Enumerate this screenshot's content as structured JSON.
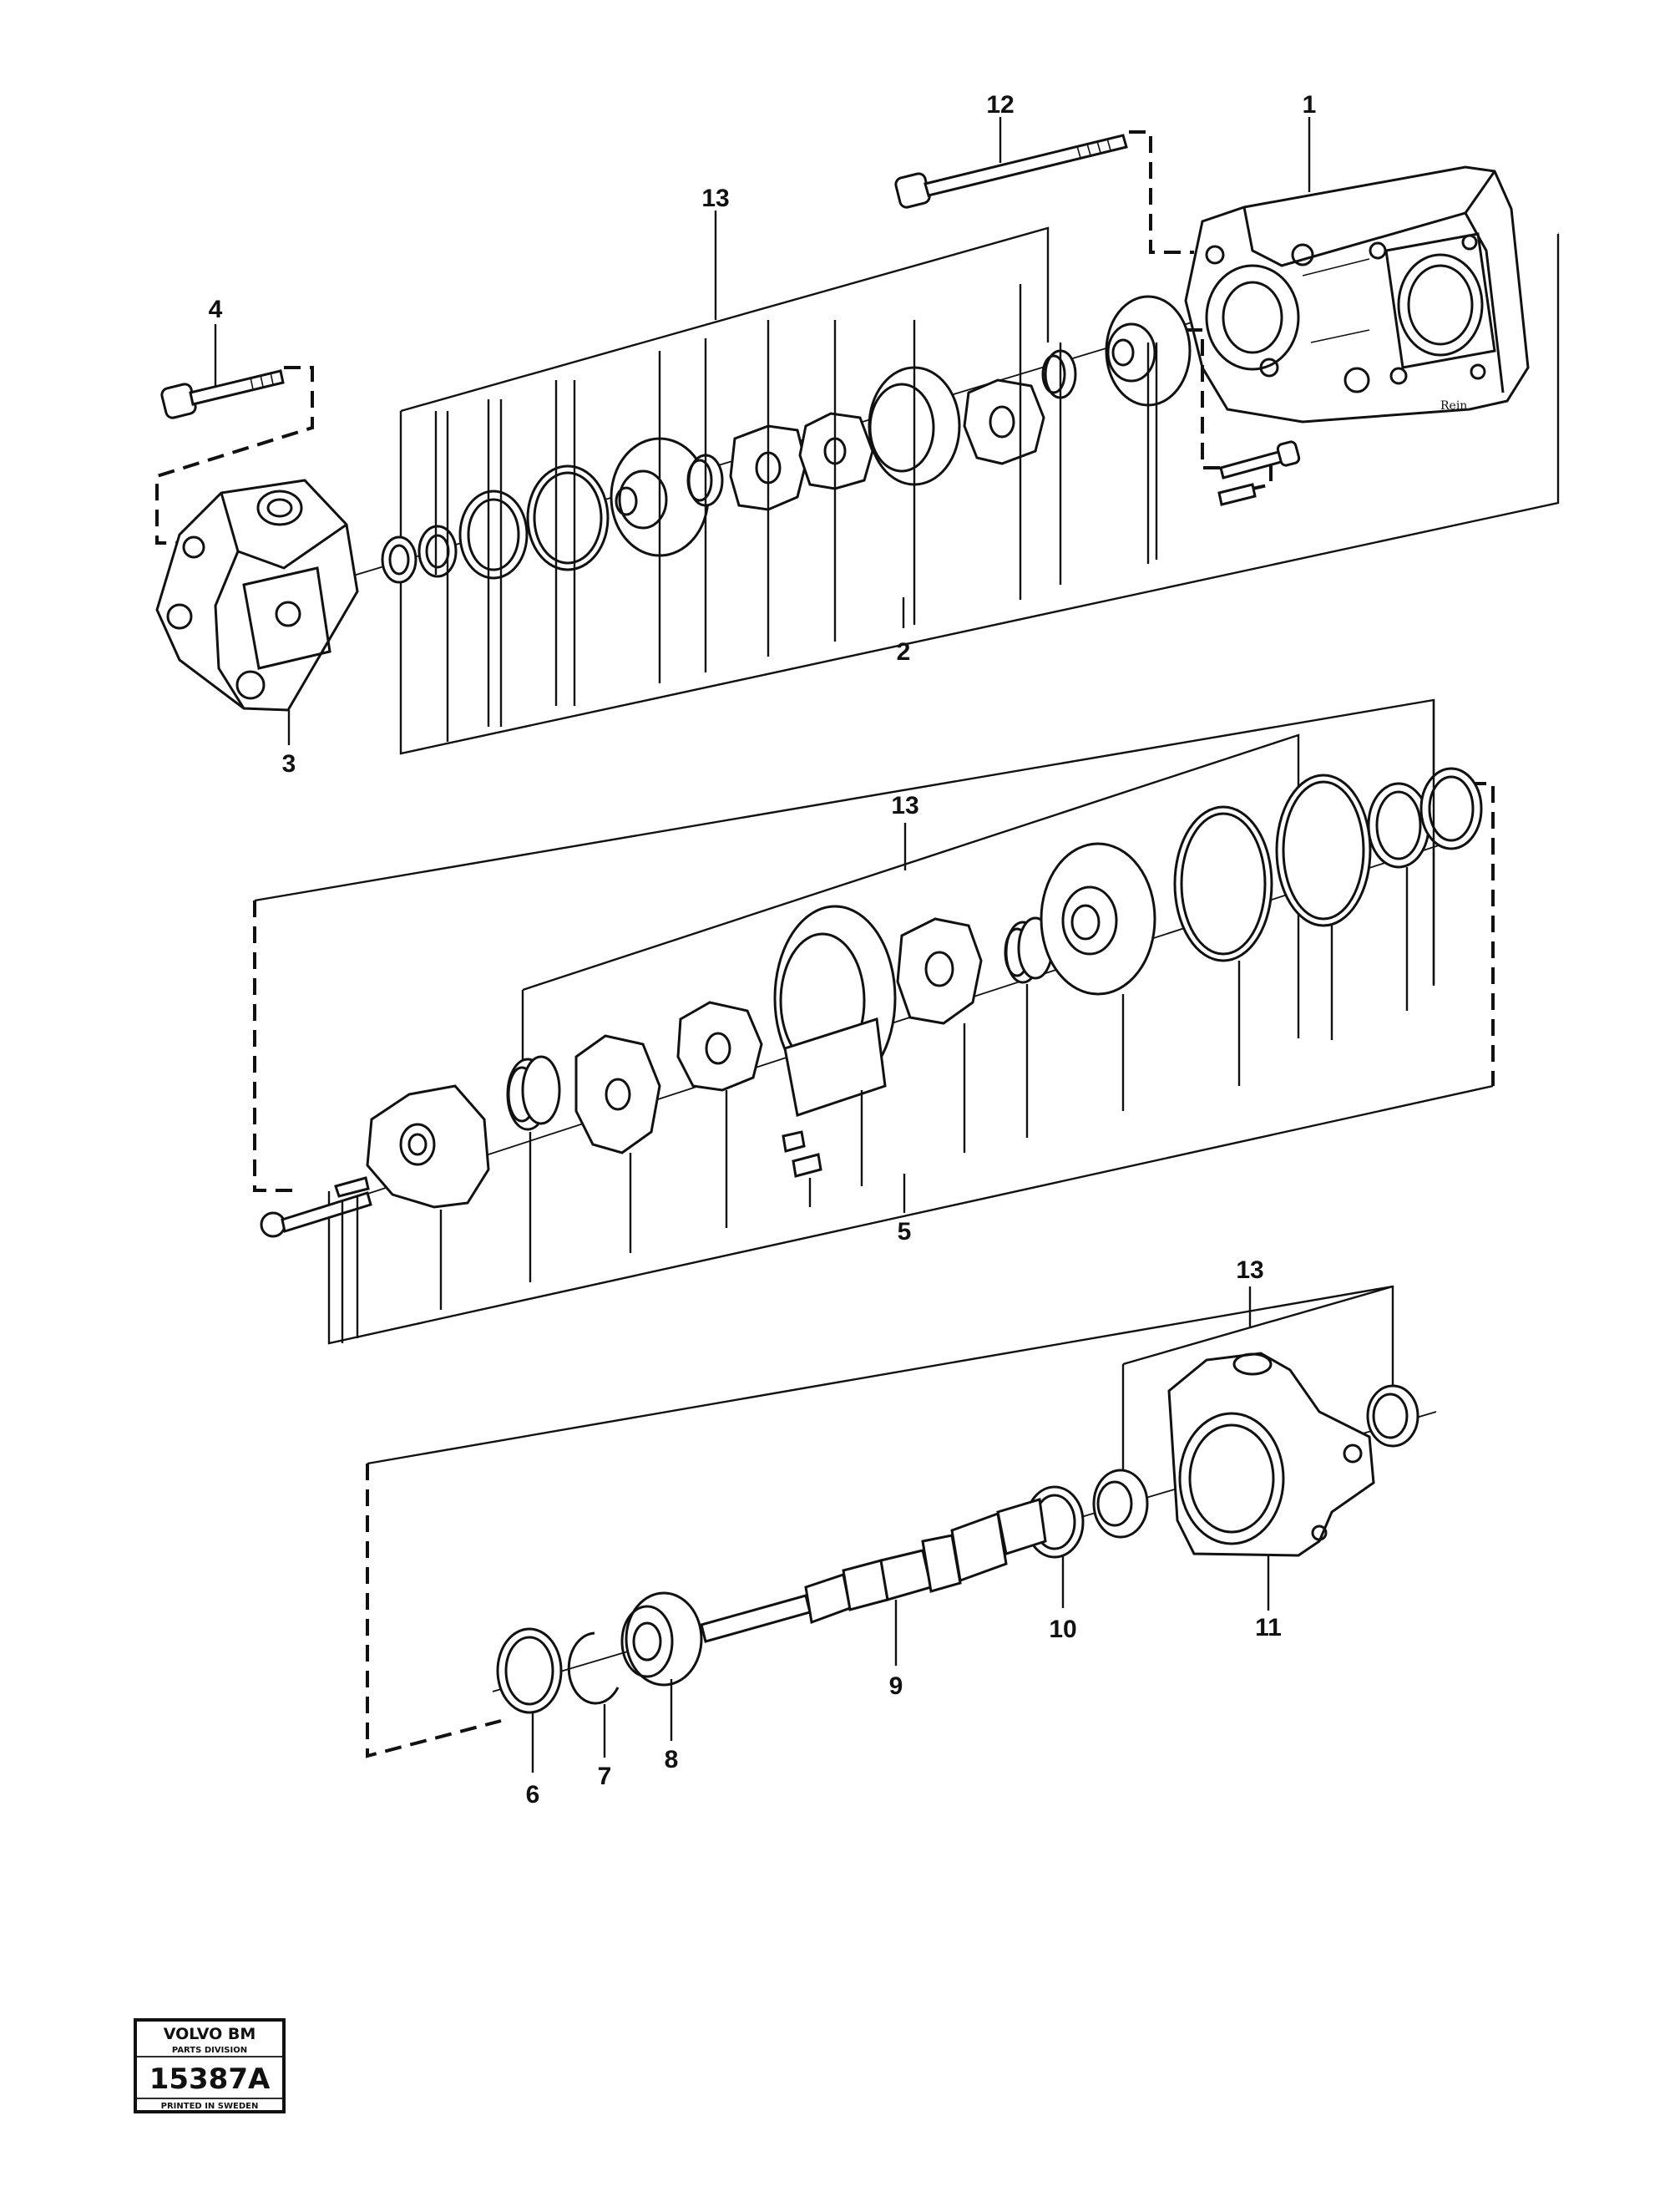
{
  "callouts": {
    "c1": "1",
    "c2": "2",
    "c3": "3",
    "c4": "4",
    "c5": "5",
    "c6": "6",
    "c7": "7",
    "c8": "8",
    "c9": "9",
    "c10": "10",
    "c11": "11",
    "c12": "12",
    "c13a": "13",
    "c13b": "13",
    "c13c": "13"
  },
  "plate": {
    "brand": "VOLVO BM",
    "division": "PARTS DIVISION",
    "number": "15387A",
    "printed": "PRINTED IN SWEDEN"
  },
  "artist_mark": "Rein"
}
